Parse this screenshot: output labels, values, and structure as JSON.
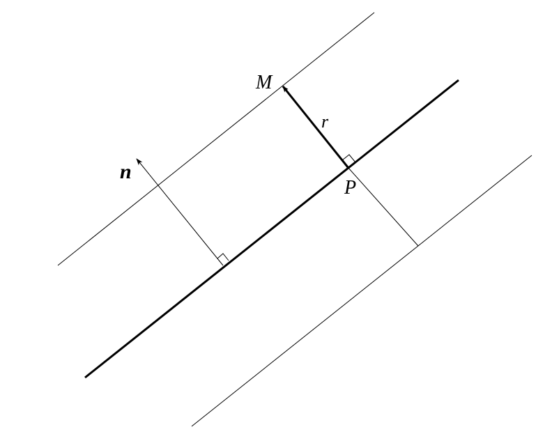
{
  "labels": {
    "point_m": "M",
    "point_p": "P",
    "vector_r": "r",
    "vector_n": "n"
  },
  "colors": {
    "stroke": "#000000",
    "background": "#ffffff"
  }
}
